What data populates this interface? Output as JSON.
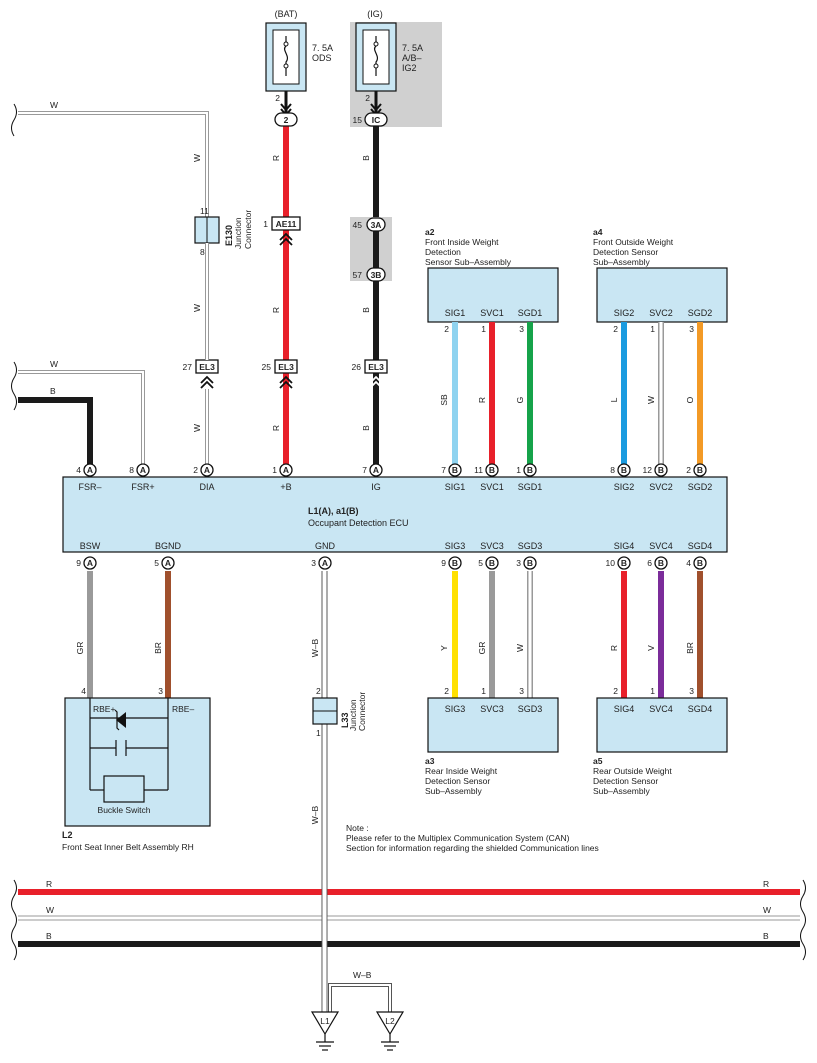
{
  "power": {
    "bat_label": "(BAT)",
    "ig_label": "(IG)",
    "fuse_ods": [
      "7. 5A",
      "ODS"
    ],
    "fuse_ig2": [
      "7. 5A",
      "A/B–",
      "IG2"
    ],
    "fuse_pin": "2",
    "conn_2": "2",
    "conn_ic": "IC",
    "conn_ic_pin": "15",
    "conn_3a": "3A",
    "conn_3a_pin": "45",
    "conn_3b": "3B",
    "conn_3b_pin": "57",
    "conn_ae11": "AE11",
    "conn_ae11_pin": "1",
    "el3": "EL3",
    "el3_pin_dia": "27",
    "el3_pin_b": "25",
    "el3_pin_ig": "26"
  },
  "junction_e130": {
    "id": "E130",
    "name": [
      "Junction",
      "Connector"
    ],
    "pin_top": "11",
    "pin_bottom": "8"
  },
  "junction_l33": {
    "id": "L33",
    "name": [
      "Junction",
      "Connector"
    ],
    "pin_top": "2",
    "pin_bottom": "1"
  },
  "wire_colors": {
    "W": "W",
    "R": "R",
    "B": "B",
    "SB": "SB",
    "G": "G",
    "L": "L",
    "O": "O",
    "Y": "Y",
    "GR": "GR",
    "BR": "BR",
    "V": "V",
    "WB": "W–B"
  },
  "colors": {
    "red": "#e8202a",
    "black": "#1a1a1a",
    "white": "#ffffff",
    "sky": "#8fd3f0",
    "green": "#16a34a",
    "blue": "#1a9be0",
    "orange": "#f39a26",
    "yellow": "#ffe000",
    "gray": "#9a9a9a",
    "brown": "#a0502d",
    "violet": "#7b2c9a",
    "box": "#c9e6f3"
  },
  "ecu": {
    "id": "L1(A), a1(B)",
    "name": "Occupant Detection ECU",
    "top_pins": [
      {
        "label": "FSR–",
        "pin": "4",
        "conn": "A"
      },
      {
        "label": "FSR+",
        "pin": "8",
        "conn": "A"
      },
      {
        "label": "DIA",
        "pin": "2",
        "conn": "A"
      },
      {
        "label": "+B",
        "pin": "1",
        "conn": "A"
      },
      {
        "label": "IG",
        "pin": "7",
        "conn": "A"
      },
      {
        "label": "SIG1",
        "pin": "7",
        "conn": "B"
      },
      {
        "label": "SVC1",
        "pin": "11",
        "conn": "B"
      },
      {
        "label": "SGD1",
        "pin": "1",
        "conn": "B"
      },
      {
        "label": "SIG2",
        "pin": "8",
        "conn": "B"
      },
      {
        "label": "SVC2",
        "pin": "12",
        "conn": "B"
      },
      {
        "label": "SGD2",
        "pin": "2",
        "conn": "B"
      }
    ],
    "bottom_pins": [
      {
        "label": "BSW",
        "pin": "9",
        "conn": "A"
      },
      {
        "label": "BGND",
        "pin": "5",
        "conn": "A"
      },
      {
        "label": "GND",
        "pin": "3",
        "conn": "A"
      },
      {
        "label": "SIG3",
        "pin": "9",
        "conn": "B"
      },
      {
        "label": "SVC3",
        "pin": "5",
        "conn": "B"
      },
      {
        "label": "SGD3",
        "pin": "3",
        "conn": "B"
      },
      {
        "label": "SIG4",
        "pin": "10",
        "conn": "B"
      },
      {
        "label": "SVC4",
        "pin": "6",
        "conn": "B"
      },
      {
        "label": "SGD4",
        "pin": "4",
        "conn": "B"
      }
    ]
  },
  "sensors": {
    "a2": {
      "id": "a2",
      "name": [
        "Front Inside Weight",
        "Detection",
        "Sensor Sub–Assembly"
      ],
      "pins": [
        {
          "label": "SIG1",
          "pin": "2"
        },
        {
          "label": "SVC1",
          "pin": "1"
        },
        {
          "label": "SGD1",
          "pin": "3"
        }
      ]
    },
    "a4": {
      "id": "a4",
      "name": [
        "Front Outside Weight",
        "Detection Sensor",
        "Sub–Assembly"
      ],
      "pins": [
        {
          "label": "SIG2",
          "pin": "2"
        },
        {
          "label": "SVC2",
          "pin": "1"
        },
        {
          "label": "SGD2",
          "pin": "3"
        }
      ]
    },
    "a3": {
      "id": "a3",
      "name": [
        "Rear Inside Weight",
        "Detection Sensor",
        "Sub–Assembly"
      ],
      "pins": [
        {
          "label": "SIG3",
          "pin": "2"
        },
        {
          "label": "SVC3",
          "pin": "1"
        },
        {
          "label": "SGD3",
          "pin": "3"
        }
      ]
    },
    "a5": {
      "id": "a5",
      "name": [
        "Rear Outside Weight",
        "Detection Sensor",
        "Sub–Assembly"
      ],
      "pins": [
        {
          "label": "SIG4",
          "pin": "2"
        },
        {
          "label": "SVC4",
          "pin": "1"
        },
        {
          "label": "SGD4",
          "pin": "3"
        }
      ]
    }
  },
  "buckle": {
    "id": "L2",
    "name": "Front Seat Inner Belt Assembly RH",
    "switch": "Buckle Switch",
    "rbe_plus": "RBE+",
    "rbe_minus": "RBE–",
    "pin_left": "4",
    "pin_right": "3"
  },
  "note": {
    "title": "Note :",
    "lines": [
      "Please refer to the Multiplex Communication System (CAN)",
      "Section for information regarding the shielded Communication lines"
    ]
  },
  "grounds": {
    "g1": "L1",
    "g2": "L2"
  }
}
